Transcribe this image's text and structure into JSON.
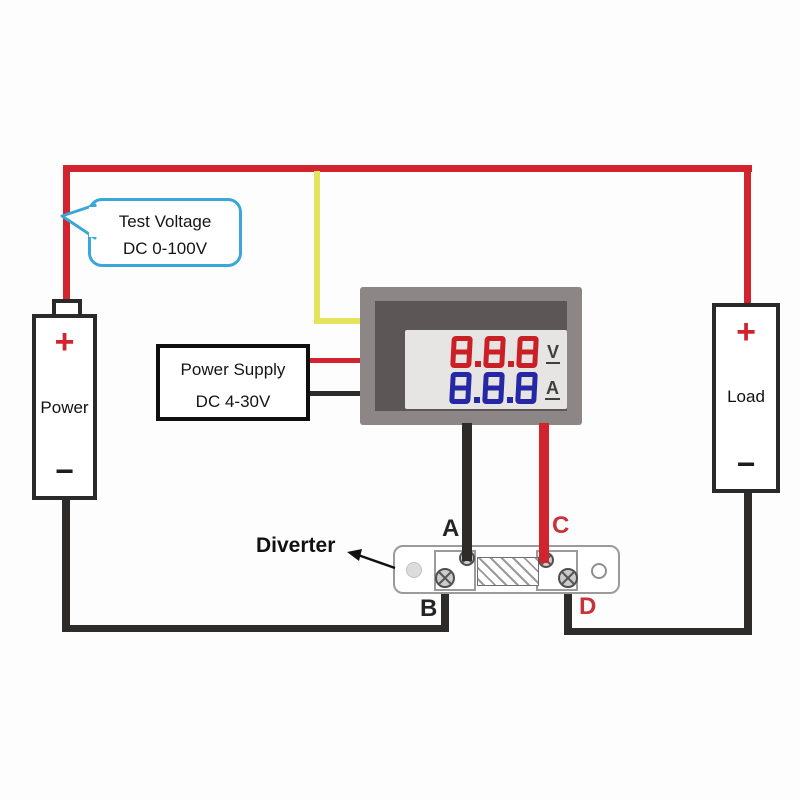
{
  "colors": {
    "wire_red": "#d2242e",
    "wire_yellow": "#e3e45c",
    "wire_black": "#2e2b2b",
    "bubble_border": "#3ba7d8",
    "digit_red": "#cb1f26",
    "digit_blue": "#2627a5",
    "meter_frame_outer": "#8c8686",
    "meter_frame_inner": "#5c5656",
    "meter_display_bg": "#e6e5e3",
    "terminal_red": "#c8323b"
  },
  "bubble": {
    "line1": "Test Voltage",
    "line2": "DC 0-100V"
  },
  "power_battery": {
    "plus": "+",
    "label": "Power",
    "minus": "−"
  },
  "load_battery": {
    "plus": "+",
    "label": "Load",
    "minus": "−"
  },
  "power_supply": {
    "line1": "Power Supply",
    "line2": "DC 4-30V"
  },
  "meter": {
    "volt_value": "8.8.8",
    "volt_unit": "V",
    "amp_value": "8.8.8",
    "amp_unit": "A"
  },
  "diverter": {
    "label": "Diverter",
    "terminal_a": "A",
    "terminal_b": "B",
    "terminal_c": "C",
    "terminal_d": "D"
  }
}
